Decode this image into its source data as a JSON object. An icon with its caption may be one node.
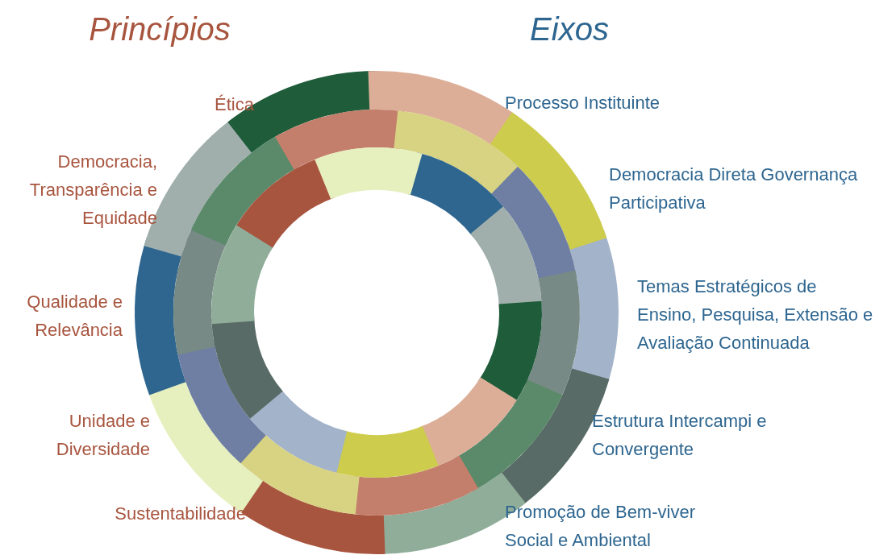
{
  "diagram": {
    "labels": [
      "Princípios",
      "Eixos",
      "Ética",
      "Democracia, Transparência e Equidade",
      "Qualidade e Relevância",
      "Unidade e Diversidade",
      "Sustentabilidade",
      "Processo Instituinte",
      "Democracia Direta Governança Participativa",
      "Temas Estratégicos de Ensino, Pesquisa, Extensão e Avaliação Continuada",
      "Estrutura Intercampi e Convergente",
      "Promoção de Bem-viver Social e Ambiental"
    ]
  }
}
